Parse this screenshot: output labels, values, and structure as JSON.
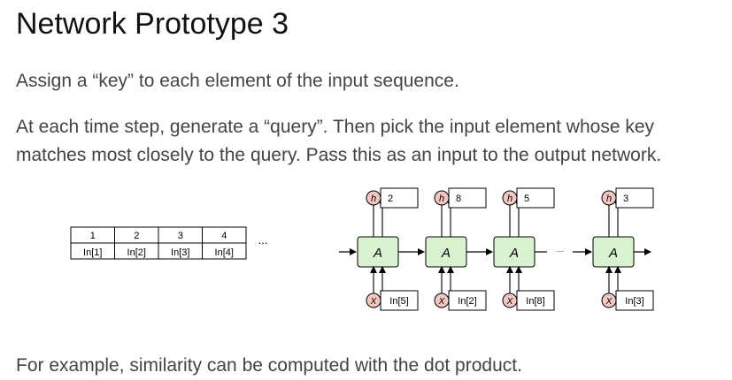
{
  "title": "Network Prototype 3",
  "paragraphs": [
    "Assign a “key” to each element of the input sequence.",
    "At each time step, generate a “query”. Then pick the input element whose key",
    "matches most closely to the query. Pass this as an input to the output network.",
    "For example, similarity can be computed with the dot product."
  ],
  "key_table": {
    "keys": [
      "1",
      "2",
      "3",
      "4"
    ],
    "inputs": [
      "In[1]",
      "In[2]",
      "In[3]",
      "In[4]"
    ],
    "ellipsis": "..."
  },
  "network": {
    "cell_label": "A",
    "ellipsis": "···",
    "steps": [
      {
        "hidden": "h",
        "query": "2",
        "x_label": "X",
        "input": "In[5]"
      },
      {
        "hidden": "h",
        "query": "8",
        "x_label": "X",
        "input": "In[2]"
      },
      {
        "hidden": "h",
        "query": "5",
        "x_label": "X",
        "input": "In[8]"
      },
      {
        "hidden": "h",
        "query": "3",
        "x_label": "X",
        "input": "In[3]"
      }
    ]
  },
  "colors": {
    "cell_fill": "#d9f2d0",
    "circle_fill": "#f4c7c3",
    "stroke": "#000000"
  }
}
